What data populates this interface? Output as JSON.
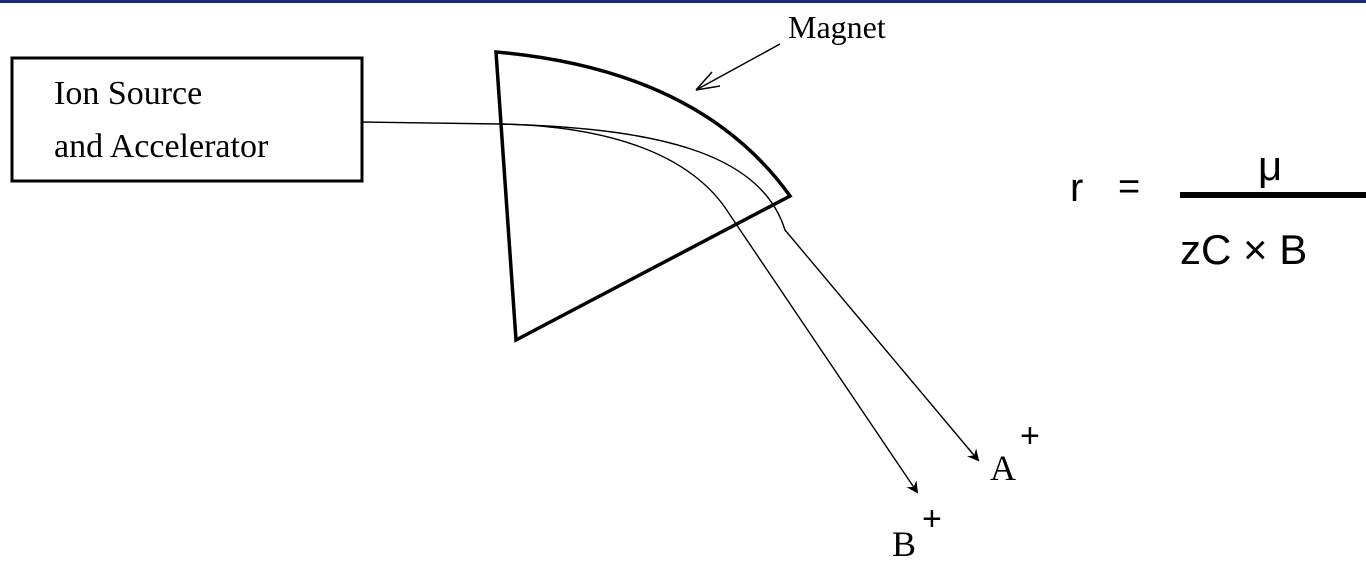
{
  "diagram": {
    "source_box": {
      "line1": "Ion Source",
      "line2": "and Accelerator"
    },
    "magnet_label": "Magnet",
    "ion_a": {
      "base": "A",
      "charge": "+"
    },
    "ion_b": {
      "base": "B",
      "charge": "+"
    },
    "formula": {
      "lhs": "r",
      "equals": "=",
      "numerator": "μ",
      "denominator": "zC × B"
    }
  },
  "colors": {
    "top_border": "#1f2a6b",
    "stroke": "#000000"
  }
}
